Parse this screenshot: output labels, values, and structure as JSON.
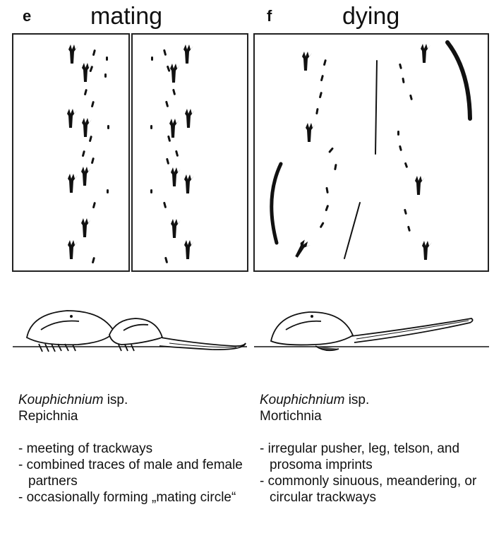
{
  "panels": {
    "mating": {
      "letter": "e",
      "title": "mating"
    },
    "dying": {
      "letter": "f",
      "title": "dying"
    }
  },
  "captions": {
    "mating": {
      "genus": "Kouphichnium",
      "suffix": " isp.",
      "category": "Repichnia",
      "bullets": [
        "- meeting of trackways",
        "- combined traces of male and female partners",
        "- occasionally forming „mating circle“"
      ]
    },
    "dying": {
      "genus": "Kouphichnium",
      "suffix": " isp.",
      "category": "Mortichnia",
      "bullets": [
        "- irregular pusher, leg, telson, and prosoma imprints",
        "- commonly sinuous, meandering, or circular trackways"
      ]
    }
  },
  "colors": {
    "ink": "#111111",
    "frame": "#222222",
    "background": "#ffffff"
  }
}
